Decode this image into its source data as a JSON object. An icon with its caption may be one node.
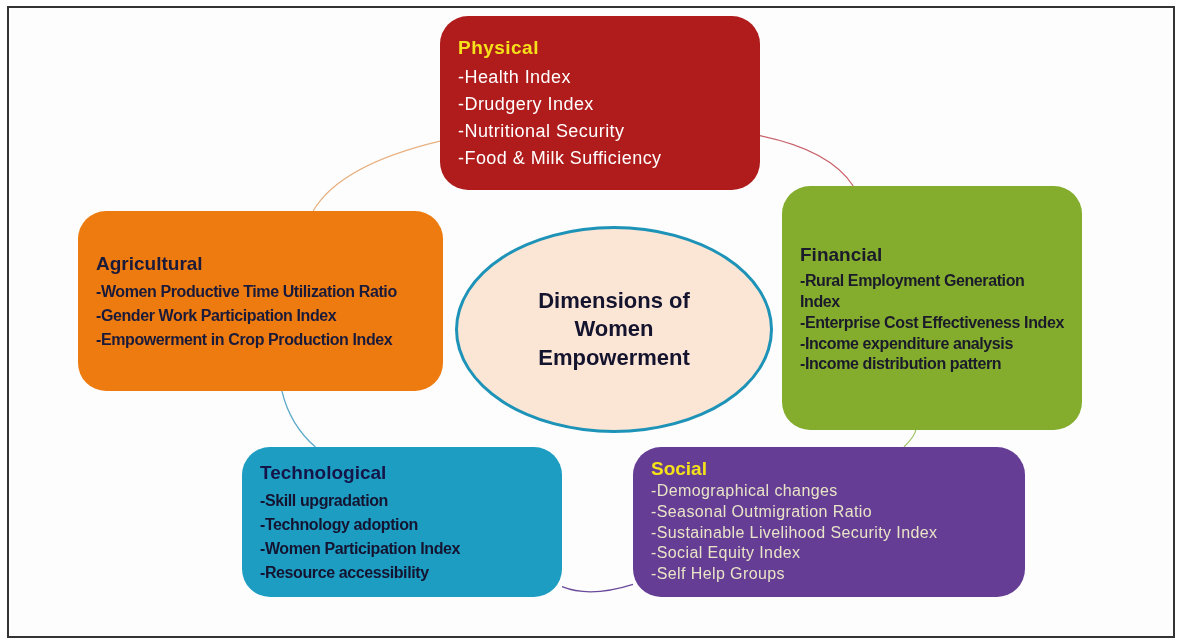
{
  "diagram": {
    "nodes": [
      {
        "text": [
          "Physical",
          "-Health Index",
          "-Drudgery Index",
          "-Nutritional Security",
          "-Food & Milk Sufficiency"
        ]
      },
      {
        "text": [
          "Agricultural",
          "-Women Productive Time Utilization Ratio",
          "-Gender Work Participation Index",
          "-Empowerment in Crop Production Index"
        ]
      },
      {
        "text": [
          "Dimensions of Women Empowerment"
        ]
      },
      {
        "text": [
          "Financial",
          "-Rural Employment Generation Index",
          "-Enterprise Cost Effectiveness Index",
          "-Income expenditure analysis",
          "-Income distribution pattern"
        ]
      },
      {
        "text": [
          "Technological",
          "-Skill upgradation",
          "-Technology  adoption",
          "-Women Participation Index",
          "-Resource accessibility"
        ]
      },
      {
        "text": [
          "Social",
          "-Demographical changes",
          "-Seasonal Outmigration Ratio",
          "-Sustainable Livelihood Security Index",
          "-Social Equity Index",
          "-Self Help Groups"
        ]
      }
    ],
    "edges": [
      {
        "from": 1,
        "to": 0,
        "arrow": "none",
        "color": "#e8b080"
      },
      {
        "from": 0,
        "to": 3,
        "arrow": "none",
        "color": "#c8606a"
      },
      {
        "from": 3,
        "to": 5,
        "arrow": "none",
        "color": "#9cc060"
      },
      {
        "from": 5,
        "to": 4,
        "arrow": "none",
        "color": "#6a4a9a"
      },
      {
        "from": 4,
        "to": 1,
        "arrow": "none",
        "color": "#5aa8c8"
      }
    ]
  }
}
